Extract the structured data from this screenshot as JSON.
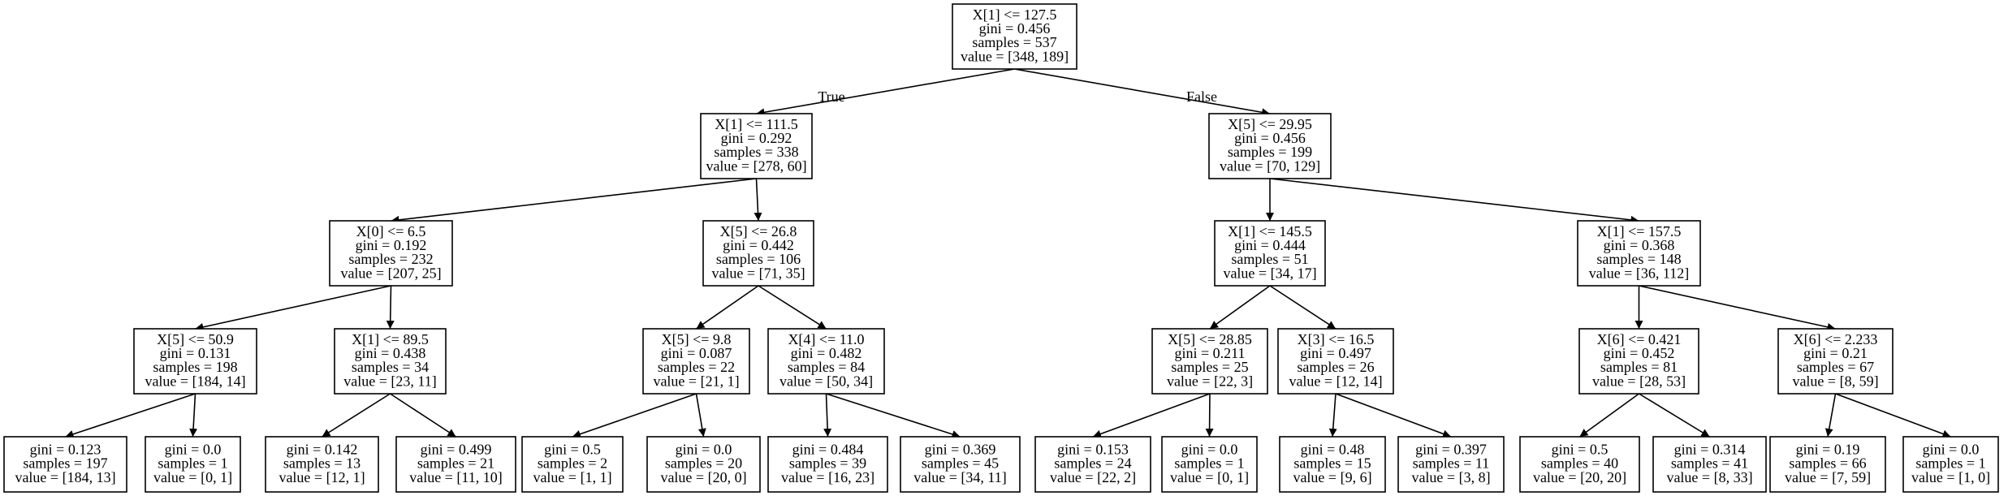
{
  "tree": {
    "edge_labels": {
      "true": "True",
      "false": "False"
    },
    "nodes": [
      {
        "id": "n0",
        "lines": [
          "X[1] <= 127.5",
          "gini = 0.456",
          "samples = 537",
          "value = [348, 189]"
        ]
      },
      {
        "id": "n1",
        "lines": [
          "X[1] <= 111.5",
          "gini = 0.292",
          "samples = 338",
          "value = [278, 60]"
        ]
      },
      {
        "id": "n2",
        "lines": [
          "X[5] <= 29.95",
          "gini = 0.456",
          "samples = 199",
          "value = [70, 129]"
        ]
      },
      {
        "id": "n3",
        "lines": [
          "X[0] <= 6.5",
          "gini = 0.192",
          "samples = 232",
          "value = [207, 25]"
        ]
      },
      {
        "id": "n4",
        "lines": [
          "X[5] <= 26.8",
          "gini = 0.442",
          "samples = 106",
          "value = [71, 35]"
        ]
      },
      {
        "id": "n5",
        "lines": [
          "X[1] <= 145.5",
          "gini = 0.444",
          "samples = 51",
          "value = [34, 17]"
        ]
      },
      {
        "id": "n6",
        "lines": [
          "X[1] <= 157.5",
          "gini = 0.368",
          "samples = 148",
          "value = [36, 112]"
        ]
      },
      {
        "id": "n7",
        "lines": [
          "X[5] <= 50.9",
          "gini = 0.131",
          "samples = 198",
          "value = [184, 14]"
        ]
      },
      {
        "id": "n8",
        "lines": [
          "X[1] <= 89.5",
          "gini = 0.438",
          "samples = 34",
          "value = [23, 11]"
        ]
      },
      {
        "id": "n9",
        "lines": [
          "X[5] <= 9.8",
          "gini = 0.087",
          "samples = 22",
          "value = [21, 1]"
        ]
      },
      {
        "id": "n10",
        "lines": [
          "X[4] <= 11.0",
          "gini = 0.482",
          "samples = 84",
          "value = [50, 34]"
        ]
      },
      {
        "id": "n11",
        "lines": [
          "X[5] <= 28.85",
          "gini = 0.211",
          "samples = 25",
          "value = [22, 3]"
        ]
      },
      {
        "id": "n12",
        "lines": [
          "X[3] <= 16.5",
          "gini = 0.497",
          "samples = 26",
          "value = [12, 14]"
        ]
      },
      {
        "id": "n13",
        "lines": [
          "X[6] <= 0.421",
          "gini = 0.452",
          "samples = 81",
          "value = [28, 53]"
        ]
      },
      {
        "id": "n14",
        "lines": [
          "X[6] <= 2.233",
          "gini = 0.21",
          "samples = 67",
          "value = [8, 59]"
        ]
      },
      {
        "id": "n15",
        "lines": [
          "gini = 0.123",
          "samples = 197",
          "value = [184, 13]"
        ]
      },
      {
        "id": "n16",
        "lines": [
          "gini = 0.0",
          "samples = 1",
          "value = [0, 1]"
        ]
      },
      {
        "id": "n17",
        "lines": [
          "gini = 0.142",
          "samples = 13",
          "value = [12, 1]"
        ]
      },
      {
        "id": "n18",
        "lines": [
          "gini = 0.499",
          "samples = 21",
          "value = [11, 10]"
        ]
      },
      {
        "id": "n19",
        "lines": [
          "gini = 0.5",
          "samples = 2",
          "value = [1, 1]"
        ]
      },
      {
        "id": "n20",
        "lines": [
          "gini = 0.0",
          "samples = 20",
          "value = [20, 0]"
        ]
      },
      {
        "id": "n21",
        "lines": [
          "gini = 0.484",
          "samples = 39",
          "value = [16, 23]"
        ]
      },
      {
        "id": "n22",
        "lines": [
          "gini = 0.369",
          "samples = 45",
          "value = [34, 11]"
        ]
      },
      {
        "id": "n23",
        "lines": [
          "gini = 0.153",
          "samples = 24",
          "value = [22, 2]"
        ]
      },
      {
        "id": "n24",
        "lines": [
          "gini = 0.0",
          "samples = 1",
          "value = [0, 1]"
        ]
      },
      {
        "id": "n25",
        "lines": [
          "gini = 0.48",
          "samples = 15",
          "value = [9, 6]"
        ]
      },
      {
        "id": "n26",
        "lines": [
          "gini = 0.397",
          "samples = 11",
          "value = [3, 8]"
        ]
      },
      {
        "id": "n27",
        "lines": [
          "gini = 0.5",
          "samples = 40",
          "value = [20, 20]"
        ]
      },
      {
        "id": "n28",
        "lines": [
          "gini = 0.314",
          "samples = 41",
          "value = [8, 33]"
        ]
      },
      {
        "id": "n29",
        "lines": [
          "gini = 0.19",
          "samples = 66",
          "value = [7, 59]"
        ]
      },
      {
        "id": "n30",
        "lines": [
          "gini = 0.0",
          "samples = 1",
          "value = [1, 0]"
        ]
      }
    ],
    "edges": [
      {
        "from": "n0",
        "to": "n1",
        "label": "true"
      },
      {
        "from": "n0",
        "to": "n2",
        "label": "false"
      },
      {
        "from": "n1",
        "to": "n3"
      },
      {
        "from": "n1",
        "to": "n4"
      },
      {
        "from": "n2",
        "to": "n5"
      },
      {
        "from": "n2",
        "to": "n6"
      },
      {
        "from": "n3",
        "to": "n7"
      },
      {
        "from": "n3",
        "to": "n8"
      },
      {
        "from": "n4",
        "to": "n9"
      },
      {
        "from": "n4",
        "to": "n10"
      },
      {
        "from": "n5",
        "to": "n11"
      },
      {
        "from": "n5",
        "to": "n12"
      },
      {
        "from": "n6",
        "to": "n13"
      },
      {
        "from": "n6",
        "to": "n14"
      },
      {
        "from": "n7",
        "to": "n15"
      },
      {
        "from": "n7",
        "to": "n16"
      },
      {
        "from": "n8",
        "to": "n17"
      },
      {
        "from": "n8",
        "to": "n18"
      },
      {
        "from": "n9",
        "to": "n19"
      },
      {
        "from": "n9",
        "to": "n20"
      },
      {
        "from": "n10",
        "to": "n21"
      },
      {
        "from": "n10",
        "to": "n22"
      },
      {
        "from": "n11",
        "to": "n23"
      },
      {
        "from": "n11",
        "to": "n24"
      },
      {
        "from": "n12",
        "to": "n25"
      },
      {
        "from": "n12",
        "to": "n26"
      },
      {
        "from": "n13",
        "to": "n27"
      },
      {
        "from": "n13",
        "to": "n28"
      },
      {
        "from": "n14",
        "to": "n29"
      },
      {
        "from": "n14",
        "to": "n30"
      }
    ]
  }
}
